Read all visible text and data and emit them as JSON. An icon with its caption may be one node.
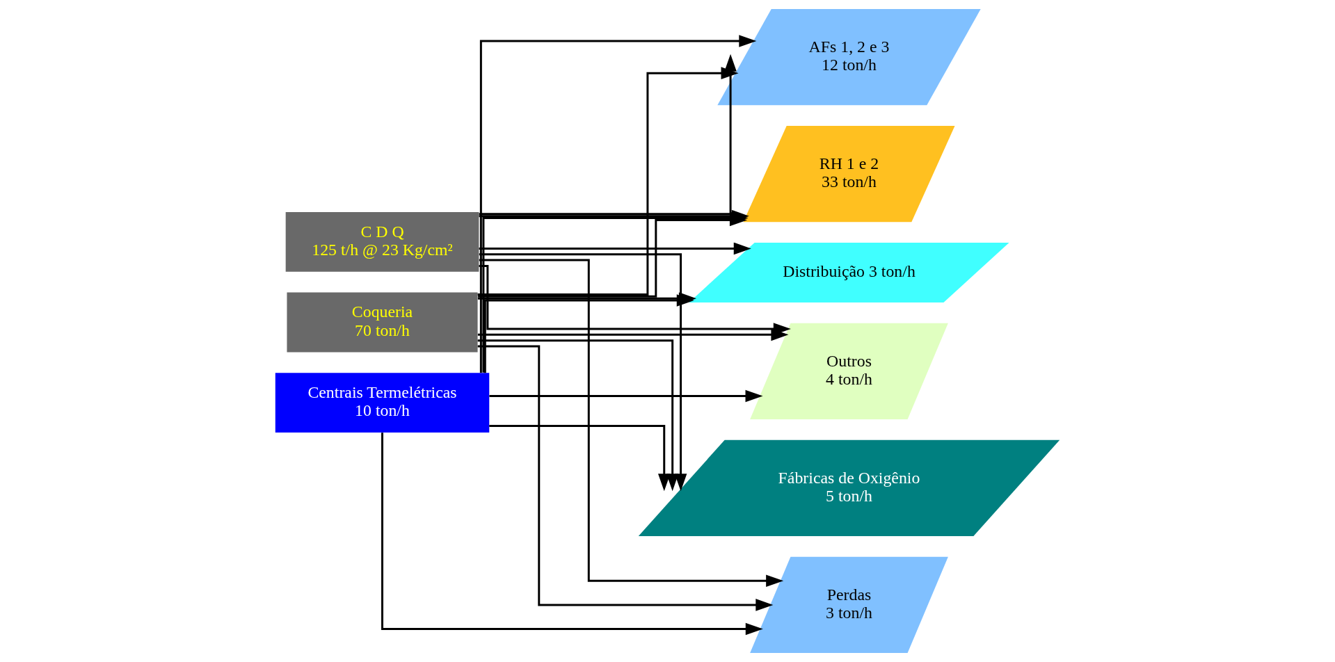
{
  "diagram": {
    "nodes": [
      {
        "text": [
          "C D Q",
          "125 t/h @ 23 Kg/cm²"
        ]
      },
      {
        "text": [
          "Coqueria",
          "70 ton/h"
        ]
      },
      {
        "text": [
          "Centrais Termelétricas",
          "10 ton/h"
        ]
      },
      {
        "text": [
          "AFs 1, 2 e 3",
          "12 ton/h"
        ]
      },
      {
        "text": [
          "RH 1 e 2",
          "33 ton/h"
        ]
      },
      {
        "text": [
          "Distribuição 3 ton/h"
        ]
      },
      {
        "text": [
          "Outros",
          "4 ton/h"
        ]
      },
      {
        "text": [
          "Fábricas de Oxigênio",
          "5 ton/h"
        ]
      },
      {
        "text": [
          "Perdas",
          "3 ton/h"
        ]
      }
    ],
    "edges": [
      {
        "from": 0,
        "to": 3,
        "arrow": "to"
      },
      {
        "from": 0,
        "to": 4,
        "arrow": "to"
      },
      {
        "from": 0,
        "to": 5,
        "arrow": "to"
      },
      {
        "from": 0,
        "to": 6,
        "arrow": "to"
      },
      {
        "from": 0,
        "to": 7,
        "arrow": "to"
      },
      {
        "from": 0,
        "to": 8,
        "arrow": "to"
      },
      {
        "from": 1,
        "to": 3,
        "arrow": "to"
      },
      {
        "from": 1,
        "to": 4,
        "arrow": "to"
      },
      {
        "from": 1,
        "to": 5,
        "arrow": "to"
      },
      {
        "from": 1,
        "to": 6,
        "arrow": "to"
      },
      {
        "from": 1,
        "to": 7,
        "arrow": "to"
      },
      {
        "from": 1,
        "to": 8,
        "arrow": "to"
      },
      {
        "from": 2,
        "to": 3,
        "arrow": "to"
      },
      {
        "from": 2,
        "to": 4,
        "arrow": "to"
      },
      {
        "from": 2,
        "to": 5,
        "arrow": "to"
      },
      {
        "from": 2,
        "to": 6,
        "arrow": "to"
      },
      {
        "from": 2,
        "to": 7,
        "arrow": "to"
      },
      {
        "from": 2,
        "to": 8,
        "arrow": "to"
      }
    ]
  }
}
